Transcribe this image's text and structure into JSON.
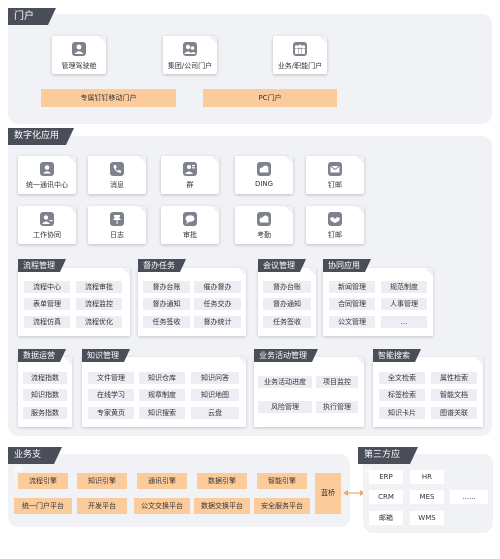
{
  "portal": {
    "title": "门户",
    "cards": [
      "管理驾驶舱",
      "集团/公司门户",
      "业务/职能门户"
    ],
    "bars": [
      "专属钉钉移动门户",
      "PC门户"
    ]
  },
  "apps": {
    "title": "数字化应用",
    "row1": [
      "统一通讯中心",
      "消息",
      "群",
      "DING",
      "钉邮"
    ],
    "row2": [
      "工作协同",
      "日志",
      "审批",
      "考勤",
      "钉邮"
    ]
  },
  "sections": {
    "flow": {
      "title": "流程管理",
      "items": [
        "流程中心",
        "流程审批",
        "表单管理",
        "流程监控",
        "流程仿真",
        "流程优化"
      ]
    },
    "supervise": {
      "title": "督办任务",
      "items": [
        "督办台账",
        "催办督办",
        "督办通知",
        "任务交办",
        "任务签收",
        "督办统计"
      ]
    },
    "meeting": {
      "title": "会议管理",
      "items": [
        "督办台账",
        "督办通知",
        "任务签收"
      ]
    },
    "collab": {
      "title": "协同应用",
      "items": [
        "新闻管理",
        "规范制度",
        "合同管理",
        "人事管理",
        "公文管理",
        "..."
      ]
    },
    "ops": {
      "title": "数据运营",
      "items": [
        "流程指数",
        "知识指数",
        "服务指数"
      ]
    },
    "knowledge": {
      "title": "知识管理",
      "items": [
        "文件管理",
        "知识仓库",
        "知识问答",
        "在线学习",
        "规章制度",
        "知识地图",
        "专家黄页",
        "知识搜索",
        "云盘"
      ]
    },
    "bizprog": {
      "title": "业务活动管理",
      "items": [
        "业务活动进度",
        "项目监控",
        "风险管理",
        "执行管理"
      ]
    },
    "search": {
      "title": "智能搜索",
      "items": [
        "全文检索",
        "属性检索",
        "标签检索",
        "智能文档",
        "知识卡片",
        "图谱关联"
      ]
    }
  },
  "support": {
    "title": "业务支撑",
    "row1": [
      "流程引擎",
      "知识引擎",
      "通讯引擎",
      "数据引擎",
      "智能引擎"
    ],
    "row2": [
      "统一门户平台",
      "开发平台",
      "公文交换平台",
      "数据交换平台",
      "安全服务平台"
    ],
    "bridge": "蓝桥"
  },
  "third": {
    "title": "第三方应用",
    "items": [
      "ERP",
      "HR",
      "CRM",
      "MES",
      "......",
      "邮箱",
      "WMS"
    ]
  }
}
